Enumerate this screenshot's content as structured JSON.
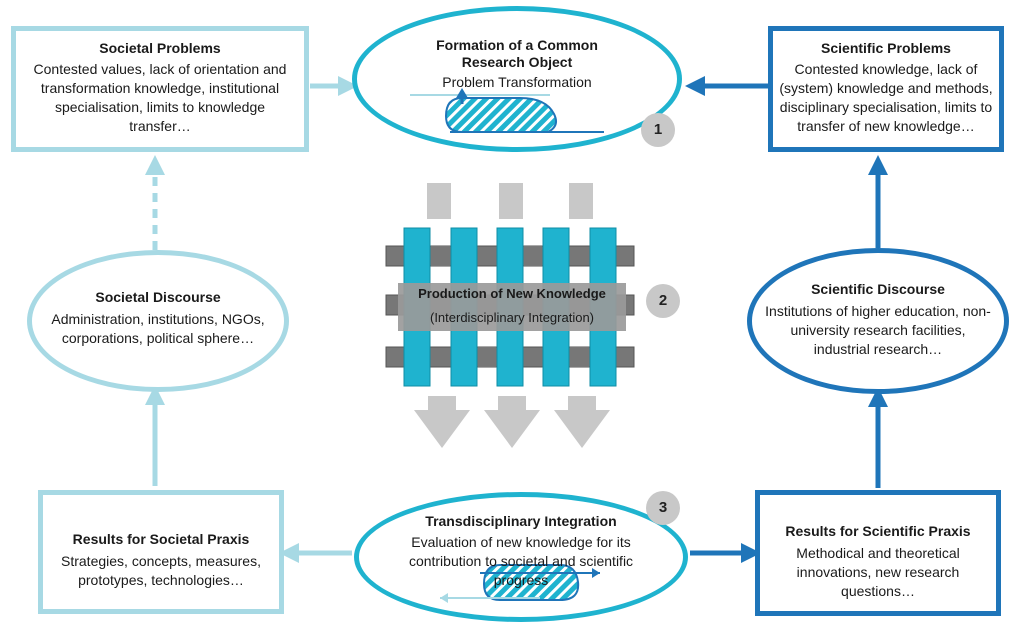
{
  "societal_problems": {
    "title": "Societal Problems",
    "body": "Contested values, lack of orientation and transformation knowledge, institutional specialisation, limits to knowledge transfer…"
  },
  "scientific_problems": {
    "title": "Scientific Problems",
    "body": "Contested knowledge, lack of (system) knowledge and methods, disciplinary specialisation, limits to transfer of new knowledge…"
  },
  "formation": {
    "title": "Formation of a Common Research Object",
    "subtitle": "Problem Transformation",
    "badge": "1"
  },
  "production": {
    "title": "Production of New Knowledge",
    "subtitle": "(Interdisciplinary Integration)",
    "badge": "2"
  },
  "societal_discourse": {
    "title": "Societal Discourse",
    "body": "Administration, institutions, NGOs, corporations, political sphere…"
  },
  "scientific_discourse": {
    "title": "Scientific Discourse",
    "body": "Institutions of higher education, non-university research facilities, industrial research…"
  },
  "transdisciplinary": {
    "title": "Transdisciplinary Integration",
    "body": "Evaluation of new knowledge for its contribution to societal and scientific progress",
    "badge": "3"
  },
  "results_societal": {
    "title": "Results for Societal Praxis",
    "body": "Strategies, concepts, measures, prototypes, technologies…"
  },
  "results_scientific": {
    "title": "Results for Scientific Praxis",
    "body": "Methodical and theoretical innovations, new research questions…"
  },
  "colors": {
    "light_blue": "#a7d9e4",
    "cyan": "#1fb3cf",
    "dark_blue": "#1f75b9",
    "gray": "#c8c8c8",
    "dark_gray": "#777777"
  }
}
